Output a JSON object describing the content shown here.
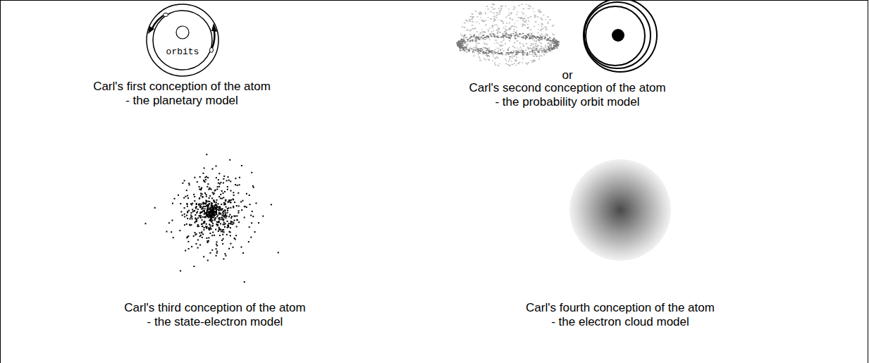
{
  "diagram": {
    "nodes": [
      {
        "text": [
          "orbits"
        ]
      }
    ],
    "labels": [
      "Carl's first conception of the atom",
      "- the planetary model",
      "or",
      "Carl's second conception of the atom",
      "- the probability orbit model",
      "Carl's third conception of the atom",
      "- the state-electron model",
      "Carl's fourth conception of the atom",
      "- the electron cloud model"
    ]
  }
}
